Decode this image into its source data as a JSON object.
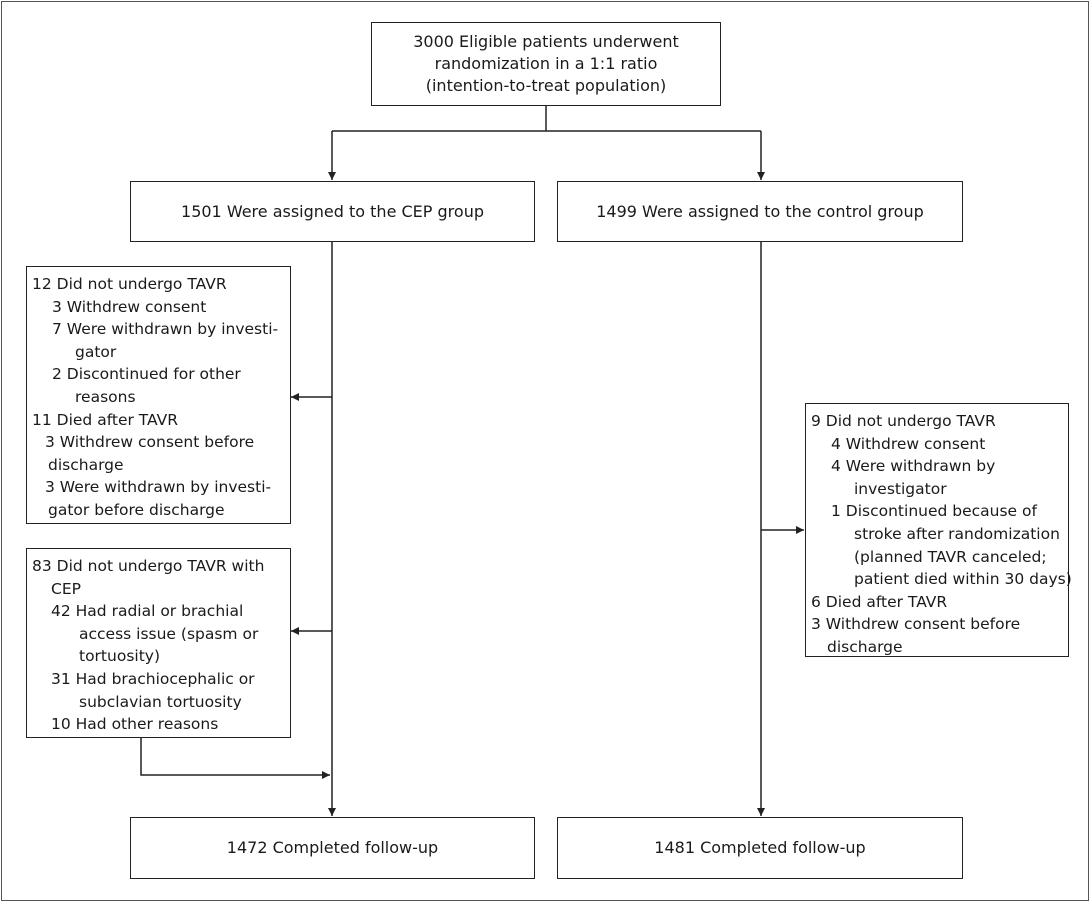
{
  "top": {
    "lines": [
      "3000 Eligible patients underwent",
      "randomization in a 1:1 ratio",
      "(intention-to-treat population)"
    ]
  },
  "cep_group": {
    "label": "1501 Were assigned to the CEP group"
  },
  "control_group": {
    "label": "1499 Were assigned to the control group"
  },
  "cep_excl1": {
    "lines": [
      "12 Did not undergo TAVR",
      "3 Withdrew consent",
      "7 Were withdrawn by investi-",
      "gator",
      "2 Discontinued for other",
      "reasons",
      "11 Died after TAVR",
      "3 Withdrew consent before",
      "discharge",
      "3 Were withdrawn by investi-",
      "gator before discharge"
    ]
  },
  "cep_excl2": {
    "lines": [
      "83 Did not undergo TAVR with",
      "CEP",
      "42 Had radial or brachial",
      "access issue (spasm or",
      "tortuosity)",
      "31 Had brachiocephalic or",
      "subclavian tortuosity",
      "10 Had other reasons"
    ]
  },
  "control_excl": {
    "lines": [
      "9 Did not undergo TAVR",
      "4 Withdrew consent",
      "4 Were withdrawn by",
      "investigator",
      "1 Discontinued because of",
      "stroke after randomization",
      "(planned TAVR canceled;",
      "patient died within 30 days)",
      "6 Died after TAVR",
      "3 Withdrew consent before",
      "discharge"
    ]
  },
  "cep_followup": {
    "label": "1472 Completed follow-up"
  },
  "control_followup": {
    "label": "1481 Completed follow-up"
  }
}
